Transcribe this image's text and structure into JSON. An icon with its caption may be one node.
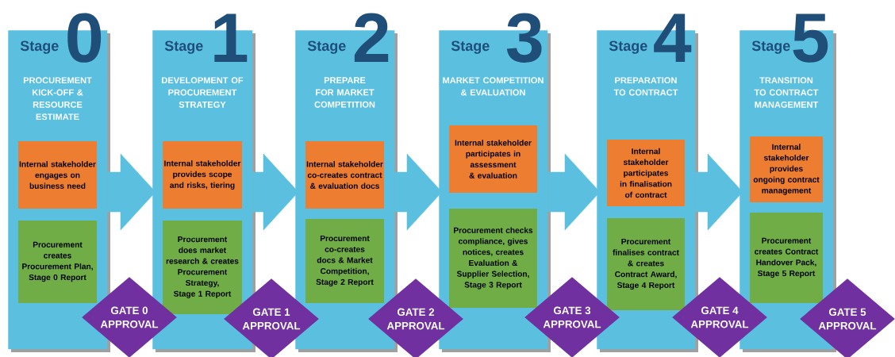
{
  "diagram": {
    "nodes": [
      {
        "text": [
          "Stage",
          "0",
          "PROCUREMENT KICK-OFF & RESOURCE ESTIMATE"
        ]
      },
      {
        "text": [
          "Internal stakeholder engages on business need"
        ],
        "in": 0
      },
      {
        "text": [
          "Procurement creates Procurement Plan, Stage 0 Report"
        ],
        "in": 0
      },
      {
        "text": [
          "GATE 0 APPROVAL"
        ]
      },
      {
        "text": [
          "Stage",
          "1",
          "DEVELOPMENT OF PROCUREMENT STRATEGY"
        ]
      },
      {
        "text": [
          "Internal stakeholder provides scope and risks, tiering"
        ],
        "in": 4
      },
      {
        "text": [
          "Procurement does market research & creates Procurement Strategy, Stage 1 Report"
        ],
        "in": 4
      },
      {
        "text": [
          "GATE 1 APPROVAL"
        ]
      },
      {
        "text": [
          "Stage",
          "2",
          "PREPARE FOR MARKET COMPETITION"
        ]
      },
      {
        "text": [
          "Internal stakeholder co-creates contract & evaluation docs"
        ],
        "in": 8
      },
      {
        "text": [
          "Procurement co-creates docs & Market Competition, Stage 2 Report"
        ],
        "in": 8
      },
      {
        "text": [
          "GATE 2 APPROVAL"
        ]
      },
      {
        "text": [
          "Stage",
          "3",
          "MARKET COMPETITION & EVALUATION"
        ]
      },
      {
        "text": [
          "Internal stakeholder participates in assessment & evaluation"
        ],
        "in": 12
      },
      {
        "text": [
          "Procurement checks compliance, gives notices, creates Evaluation & Supplier Selection, Stage 3 Report"
        ],
        "in": 12
      },
      {
        "text": [
          "GATE 3 APPROVAL"
        ]
      },
      {
        "text": [
          "Stage",
          "4",
          "PREPARATION TO CONTRACT"
        ]
      },
      {
        "text": [
          "Internal stakeholder participates in finalisation of contract"
        ],
        "in": 16
      },
      {
        "text": [
          "Procurement finalises contract & creates Contract Award, Stage 4 Report"
        ],
        "in": 16
      },
      {
        "text": [
          "GATE 4 APPROVAL"
        ]
      },
      {
        "text": [
          "Stage",
          "5",
          "TRANSITION TO CONTRACT MANAGEMENT"
        ]
      },
      {
        "text": [
          "Internal stakeholder provides ongoing contract management"
        ],
        "in": 20
      },
      {
        "text": [
          "Procurement creates Contract Handover Pack, Stage 5 Report"
        ],
        "in": 20
      },
      {
        "text": [
          "GATE 5 APPROVAL"
        ]
      }
    ],
    "edges": [
      {
        "from": 0,
        "to": 4,
        "arrow": "to"
      },
      {
        "from": 4,
        "to": 8,
        "arrow": "to"
      },
      {
        "from": 8,
        "to": 12,
        "arrow": "to"
      },
      {
        "from": 12,
        "to": 16,
        "arrow": "to"
      },
      {
        "from": 16,
        "to": 20,
        "arrow": "to"
      }
    ]
  }
}
